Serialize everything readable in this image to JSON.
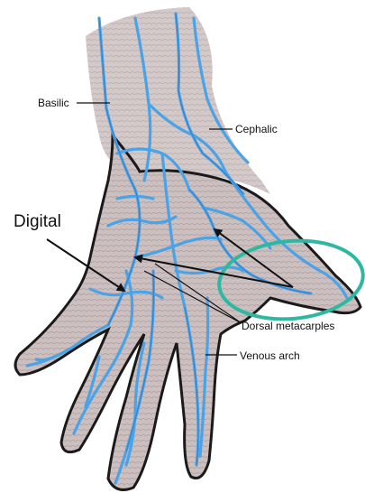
{
  "labels": {
    "basilic": "Basilic",
    "cephalic": "Cephalic",
    "digital": "Digital",
    "dorsal_metacarples": "Dorsal metacarples",
    "venous_arch": "Venous arch"
  },
  "colors": {
    "skin": "#c9bcbc",
    "skin_shadow": "#a8999a",
    "outline": "#1a1a1a",
    "vein": "#4aa3e6",
    "vein_dark": "#2f6fb8",
    "highlight_ellipse": "#2fb8a0"
  }
}
